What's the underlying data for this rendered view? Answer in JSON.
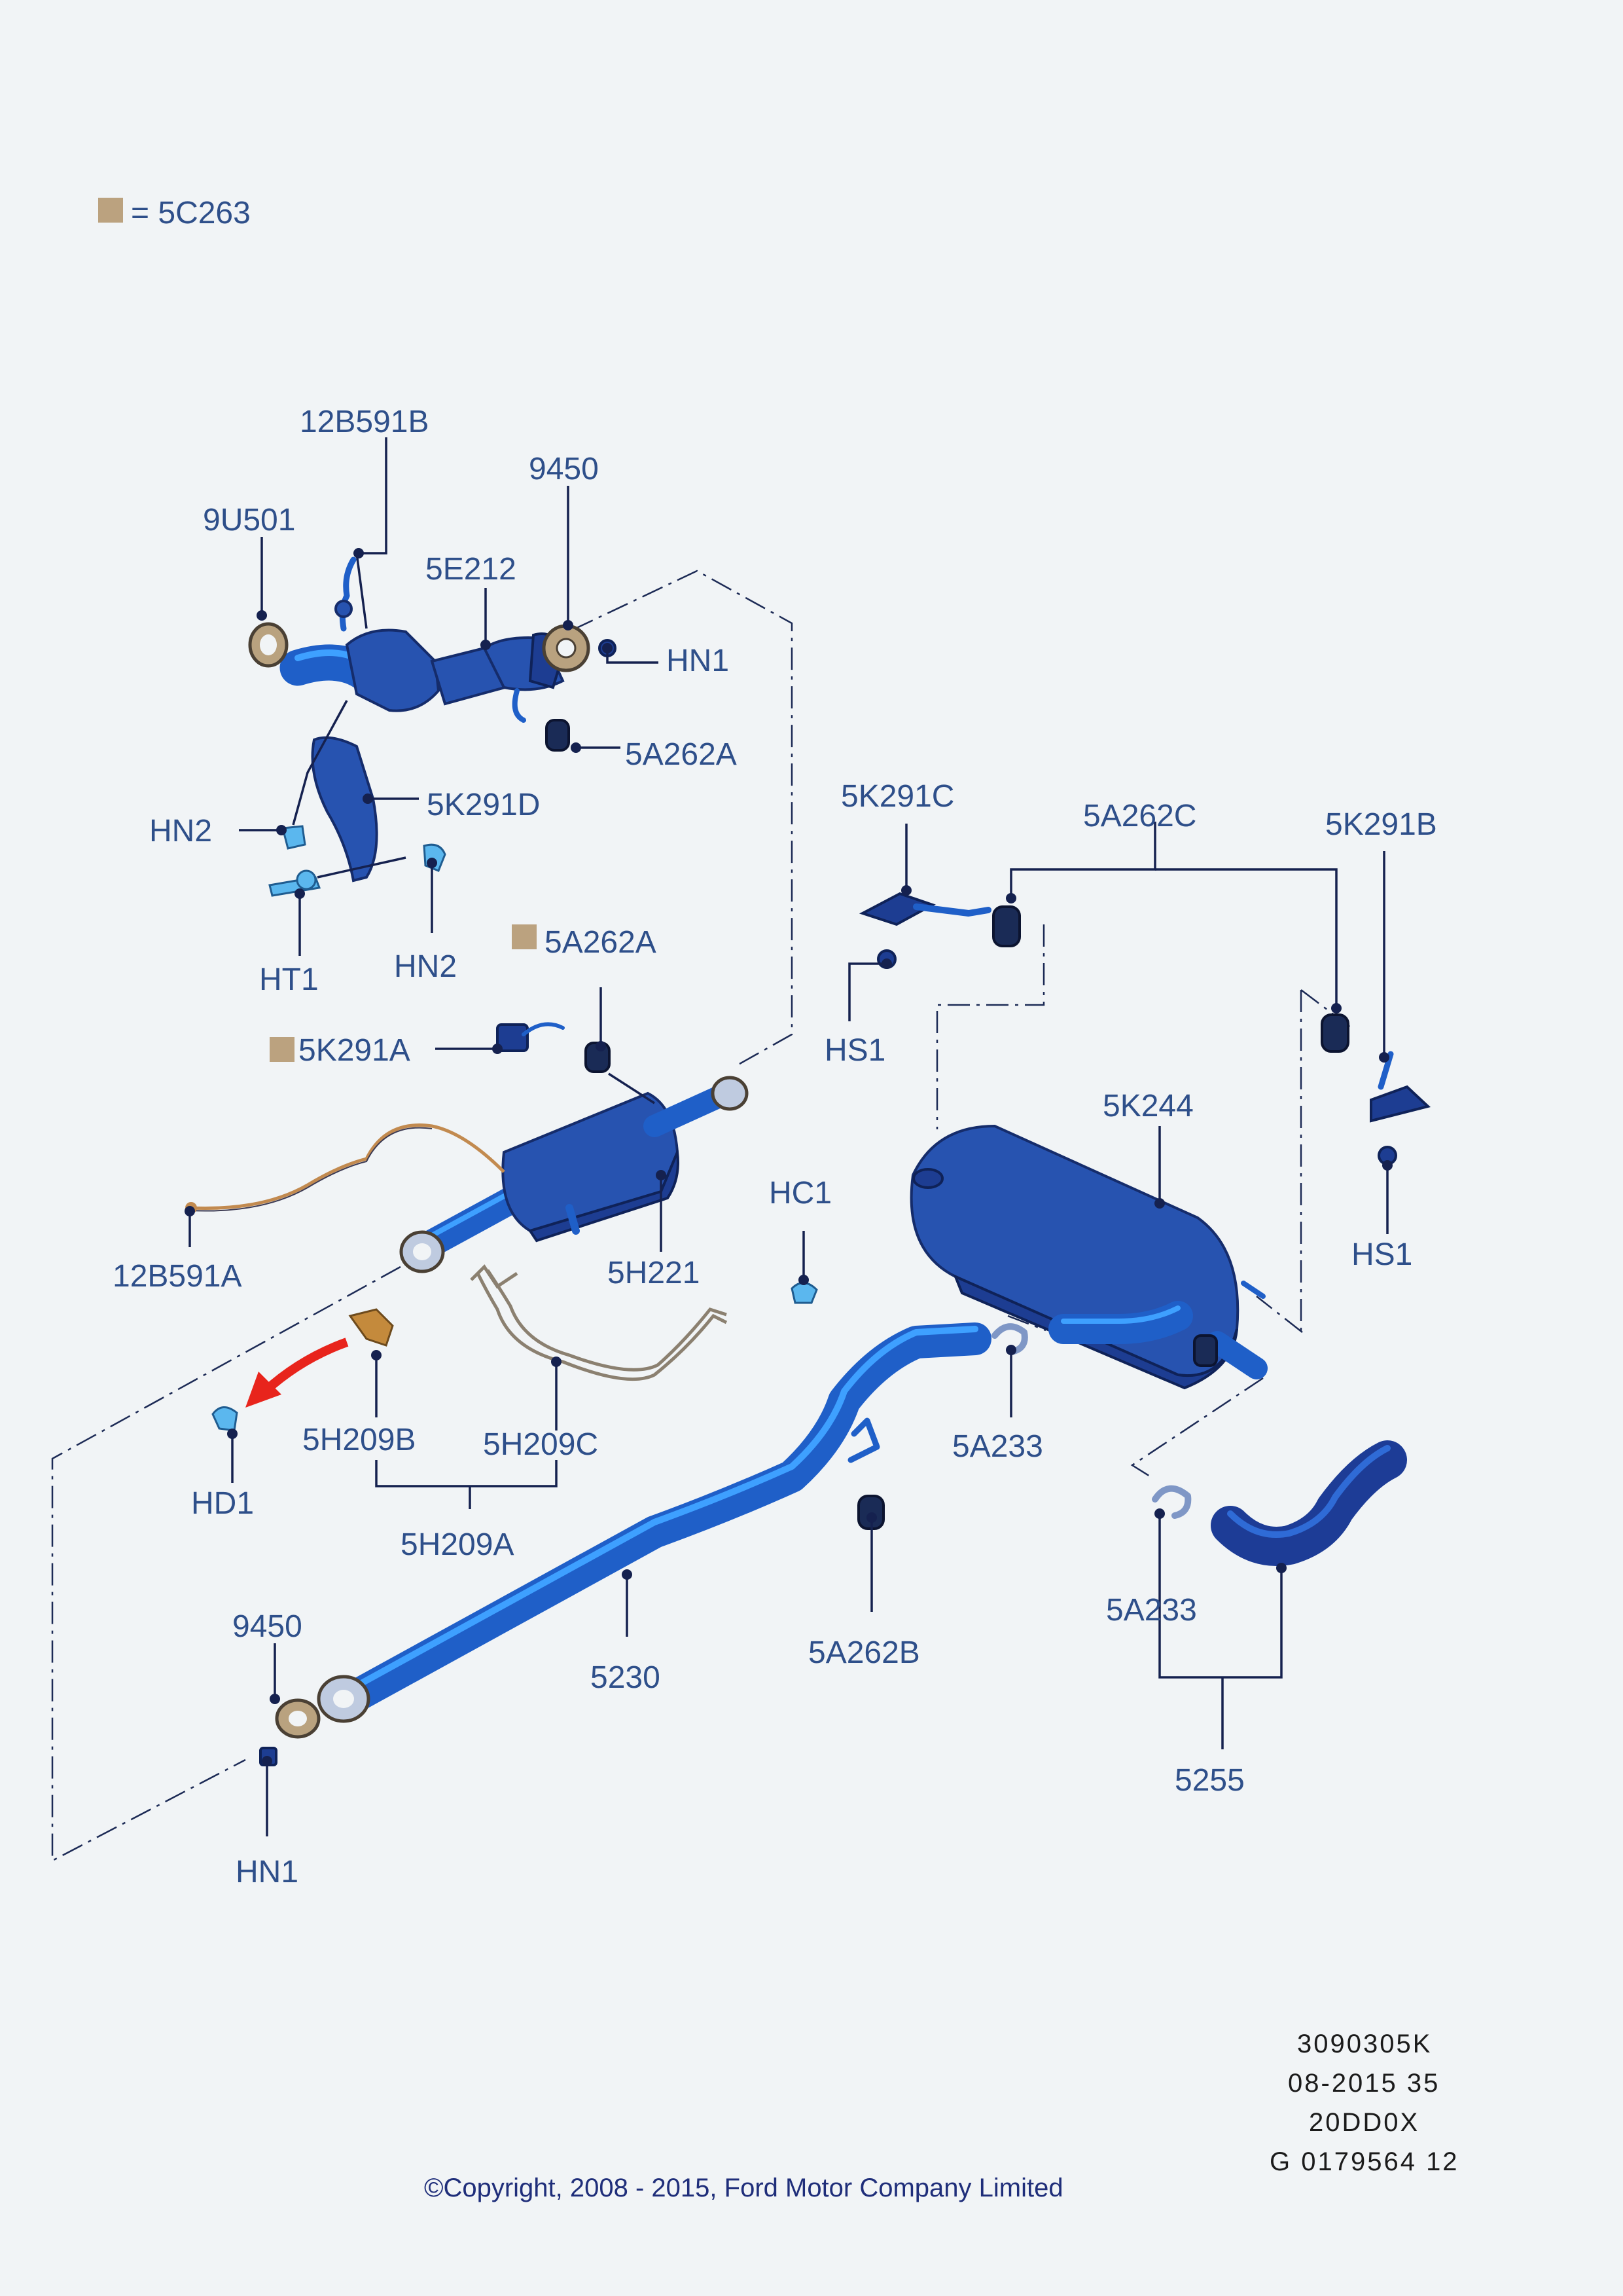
{
  "legend": {
    "text": "= 5C263",
    "swatch_color": "#bba27f"
  },
  "labels": {
    "l_12B591B": "12B591B",
    "l_9450_top": "9450",
    "l_9U501": "9U501",
    "l_5E212": "5E212",
    "l_HN1_top": "HN1",
    "l_5A262A_top": "5A262A",
    "l_HN2_left": "HN2",
    "l_5K291D": "5K291D",
    "l_HT1": "HT1",
    "l_HN2_bottom": "HN2",
    "l_5A262A_mid": "5A262A",
    "l_5K291A": "5K291A",
    "l_12B591A": "12B591A",
    "l_5H221": "5H221",
    "l_HC1": "HC1",
    "l_5K291C": "5K291C",
    "l_5A262C": "5A262C",
    "l_5K291B": "5K291B",
    "l_HS1_left": "HS1",
    "l_5K244": "5K244",
    "l_HS1_right": "HS1",
    "l_5H209B": "5H209B",
    "l_5H209C": "5H209C",
    "l_5H209A": "5H209A",
    "l_HD1": "HD1",
    "l_5A233_mid": "5A233",
    "l_5A233_right": "5A233",
    "l_9450_bottom": "9450",
    "l_5230": "5230",
    "l_5A262B": "5A262B",
    "l_HN1_bottom": "HN1",
    "l_5255": "5255"
  },
  "footer": {
    "code_1": "3090305K",
    "code_2": "08-2015 35",
    "code_3": "20DD0X",
    "code_4": "G 0179564 12",
    "copyright": "©Copyright, 2008 - 2015, Ford Motor Company Limited"
  },
  "colors": {
    "background": "#f1f4f6",
    "label_text": "#2e4f8a",
    "part_blue": "#2753b0",
    "highlight_blue": "#3ea0ff",
    "gasket_tan": "#b9a27f",
    "arrow_red": "#e8241c"
  }
}
